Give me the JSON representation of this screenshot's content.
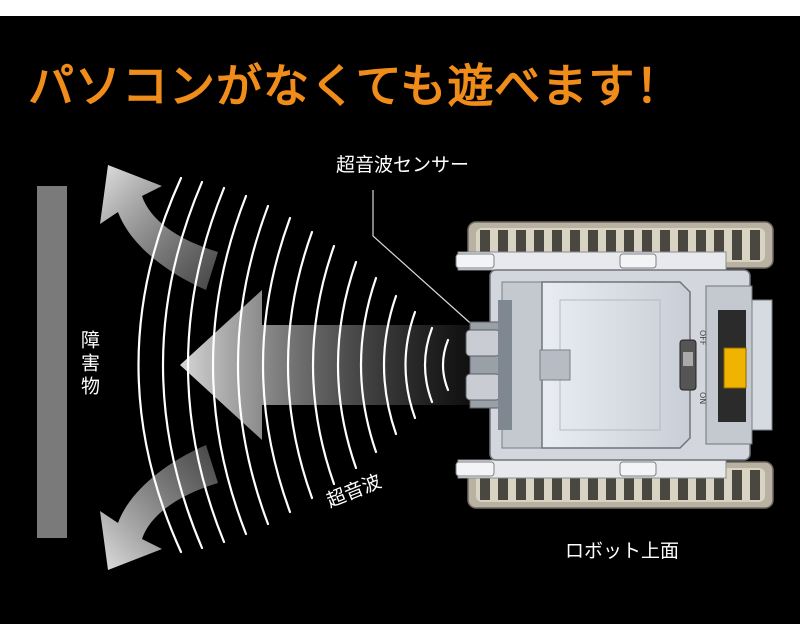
{
  "headline": "パソコンがなくても遊べます！",
  "labels": {
    "sensor": "超音波センサー",
    "obstacle": "障害物",
    "wave": "超音波",
    "robot_top": "ロボット上面",
    "switch_off": "OFF",
    "switch_on": "ON"
  },
  "colors": {
    "background": "#000000",
    "headline": "#f08c1a",
    "text": "#ffffff",
    "obstacle": "#7a7a7a",
    "arrow": "#bdbdbd",
    "battery": "#f0b400"
  }
}
